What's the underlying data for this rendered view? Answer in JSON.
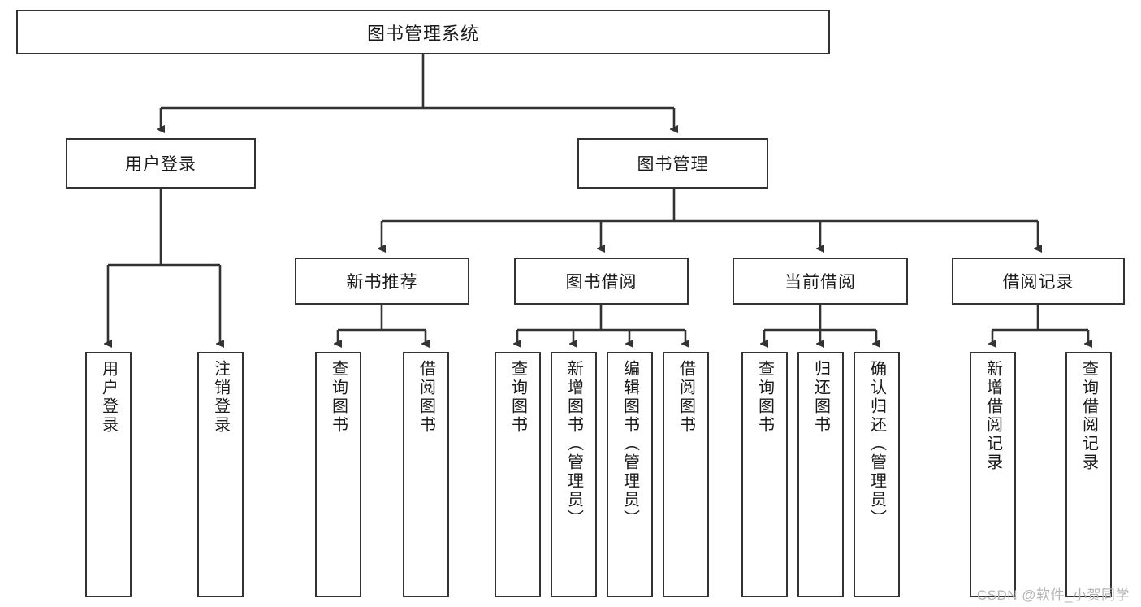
{
  "diagram": {
    "title": "图书管理系统",
    "type": "tree-hierarchy",
    "watermark": "CSDN @软件_小贺同学",
    "colors": {
      "box_border": "#333333",
      "box_fill": "#ffffff",
      "text": "#1a1a1a",
      "connector": "#333333",
      "watermark": "#b4b4b4"
    },
    "nodes": {
      "root": {
        "label": "图书管理系统",
        "level": 1
      },
      "user_login": {
        "label": "用户登录",
        "level": 2
      },
      "book_manage": {
        "label": "图书管理",
        "level": 2
      },
      "new_book_rec": {
        "label": "新书推荐",
        "level": 3
      },
      "book_borrow": {
        "label": "图书借阅",
        "level": 3
      },
      "current_borrow": {
        "label": "当前借阅",
        "level": 3
      },
      "borrow_record": {
        "label": "借阅记录",
        "level": 3
      },
      "leaf_user_login": {
        "label": "用户登录",
        "level": 4
      },
      "leaf_logout": {
        "label": "注销登录",
        "level": 4
      },
      "leaf_query_book_1": {
        "label": "查询图书",
        "level": 4
      },
      "leaf_borrow_book_1": {
        "label": "借阅图书",
        "level": 4
      },
      "leaf_query_book_2": {
        "label": "查询图书",
        "level": 4
      },
      "leaf_add_book": {
        "label": "新增图书（管理员）",
        "level": 4
      },
      "leaf_edit_book": {
        "label": "编辑图书（管理员）",
        "level": 4
      },
      "leaf_borrow_book_2": {
        "label": "借阅图书",
        "level": 4
      },
      "leaf_query_book_3": {
        "label": "查询图书",
        "level": 4
      },
      "leaf_return_book": {
        "label": "归还图书",
        "level": 4
      },
      "leaf_confirm_return": {
        "label": "确认归还（管理员）",
        "level": 4
      },
      "leaf_add_record": {
        "label": "新增借阅记录",
        "level": 4
      },
      "leaf_query_record": {
        "label": "查询借阅记录",
        "level": 4
      }
    },
    "edges": [
      {
        "from": "root",
        "to": "user_login"
      },
      {
        "from": "root",
        "to": "book_manage"
      },
      {
        "from": "user_login",
        "to": "leaf_user_login"
      },
      {
        "from": "user_login",
        "to": "leaf_logout"
      },
      {
        "from": "book_manage",
        "to": "new_book_rec"
      },
      {
        "from": "book_manage",
        "to": "book_borrow"
      },
      {
        "from": "book_manage",
        "to": "current_borrow"
      },
      {
        "from": "book_manage",
        "to": "borrow_record"
      },
      {
        "from": "new_book_rec",
        "to": "leaf_query_book_1"
      },
      {
        "from": "new_book_rec",
        "to": "leaf_borrow_book_1"
      },
      {
        "from": "book_borrow",
        "to": "leaf_query_book_2"
      },
      {
        "from": "book_borrow",
        "to": "leaf_add_book"
      },
      {
        "from": "book_borrow",
        "to": "leaf_edit_book"
      },
      {
        "from": "book_borrow",
        "to": "leaf_borrow_book_2"
      },
      {
        "from": "current_borrow",
        "to": "leaf_query_book_3"
      },
      {
        "from": "current_borrow",
        "to": "leaf_return_book"
      },
      {
        "from": "current_borrow",
        "to": "leaf_confirm_return"
      },
      {
        "from": "borrow_record",
        "to": "leaf_add_record"
      },
      {
        "from": "borrow_record",
        "to": "leaf_query_record"
      }
    ]
  }
}
